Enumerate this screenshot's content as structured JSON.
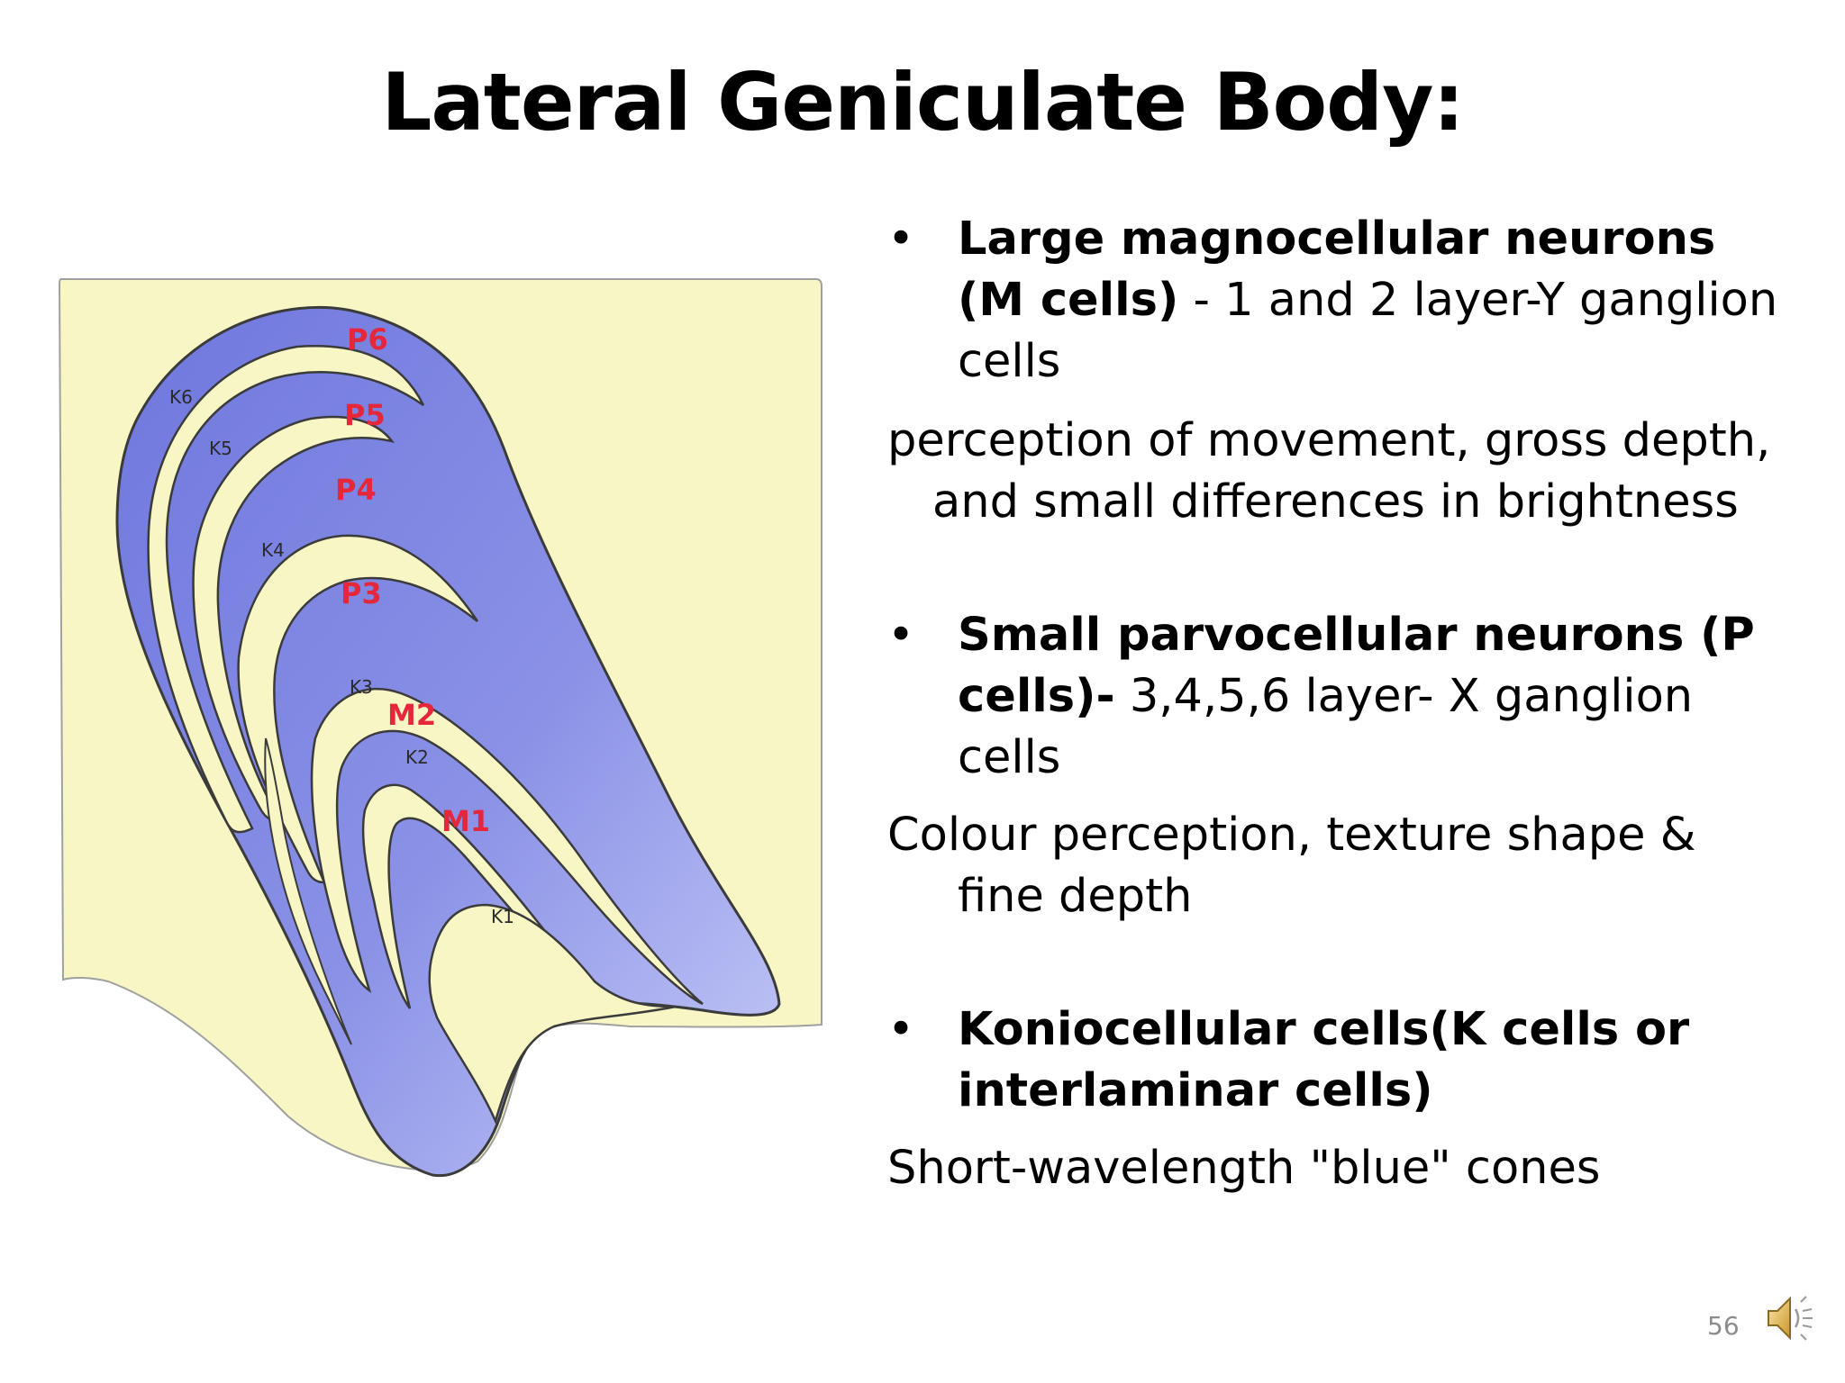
{
  "slide": {
    "title": "Lateral Geniculate Body:",
    "page_number": "56"
  },
  "diagram": {
    "labels": {
      "p6": "P6",
      "p5": "P5",
      "p4": "P4",
      "p3": "P3",
      "m2": "M2",
      "m1": "M1",
      "k6": "K6",
      "k5": "K5",
      "k4": "K4",
      "k3": "K3",
      "k2": "K2",
      "k1": "K1"
    },
    "colors": {
      "background": "#f8f6c4",
      "layer_fill": "#7f86e2",
      "layer_light": "#c3c8f5",
      "outline": "#3b3b3b",
      "p_label": "#e5273c"
    }
  },
  "content": {
    "bullet_char": "•",
    "m_cells": {
      "heading_bold": "Large magnocellular neurons (M cells)",
      "heading_rest": " - 1 and 2 layer-Y ganglion cells",
      "description": "perception of movement, gross depth, and small differences in brightness"
    },
    "p_cells": {
      "heading_bold": "Small parvocellular neurons (P cells)-",
      "heading_rest": " 3,4,5,6 layer- X ganglion cells",
      "description": "Colour perception, texture shape & fine depth"
    },
    "k_cells": {
      "heading_bold": "Koniocellular cells(K cells or interlaminar cells)",
      "description": "Short-wavelength \"blue\" cones"
    }
  },
  "audio": {
    "icon": "speaker-icon"
  }
}
